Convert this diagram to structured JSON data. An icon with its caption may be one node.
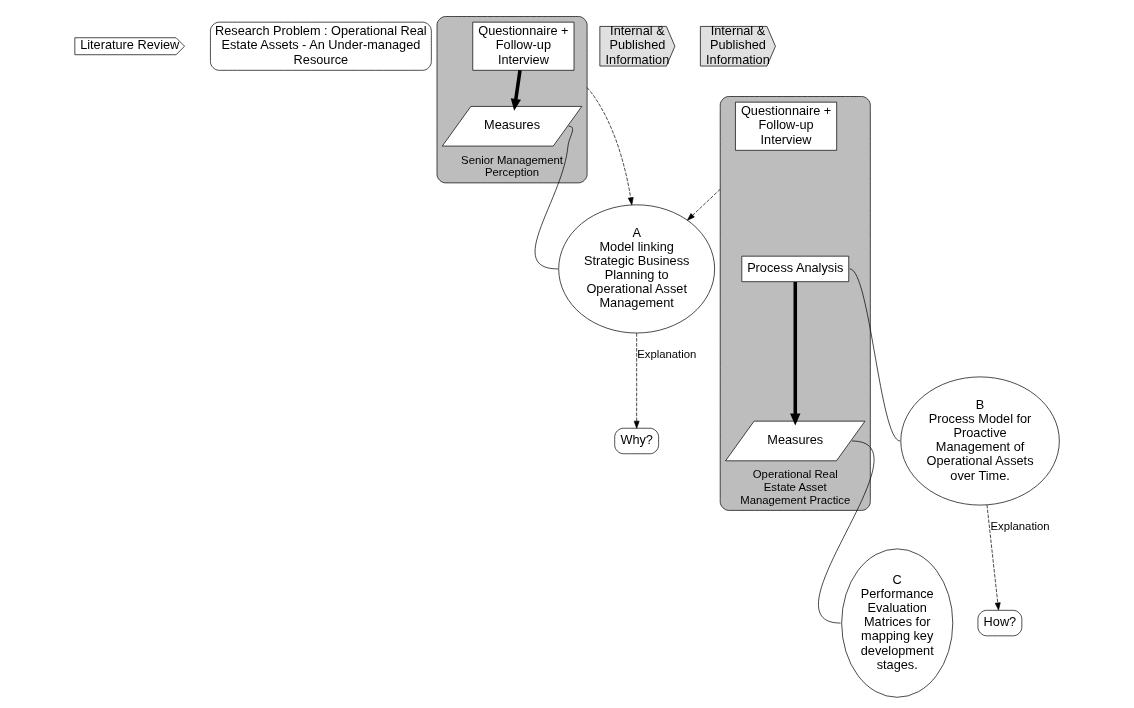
{
  "diagram": {
    "nodes": [
      {
        "text": [
          "Literature Review"
        ]
      },
      {
        "text": [
          "Research Problem : Operational Real Estate Assets - An Under-managed Resource"
        ]
      },
      {
        "text": [
          "Why?"
        ]
      },
      {
        "text": [
          "How?"
        ]
      },
      {
        "text": [
          "Internal & Published Information"
        ]
      },
      {
        "text": [
          "Senior Management Perception"
        ]
      },
      {
        "text": [
          "Questionnaire + Follow-up Interview"
        ],
        "in": 5
      },
      {
        "text": [
          "Measures"
        ],
        "in": 5
      },
      {
        "text": [
          "A",
          "Model linking Strategic Business Planning to Operational Asset Management"
        ]
      },
      {
        "text": [
          "Internal & Published Information"
        ]
      },
      {
        "text": [
          "Operational Real Estate Asset Management Practice"
        ]
      },
      {
        "text": [
          "Questionnaire + Follow-up Interview"
        ],
        "in": 10
      },
      {
        "text": [
          "Process Analysis"
        ],
        "in": 10
      },
      {
        "text": [
          "Measures"
        ],
        "in": 10
      },
      {
        "text": [
          "B",
          "Process Model for Proactive Management of Operational Assets over Time."
        ]
      },
      {
        "text": [
          "C",
          "Performance Evaluation Matrices for mapping key development stages."
        ]
      }
    ],
    "edges": [
      {
        "from": 6,
        "to": 7,
        "arrow": "to",
        "style": "thick"
      },
      {
        "from": 12,
        "to": 13,
        "arrow": "to",
        "style": "thick"
      },
      {
        "from": 5,
        "to": 8,
        "arrow": "to",
        "style": "dashed"
      },
      {
        "from": 10,
        "to": 8,
        "arrow": "to",
        "style": "dashed"
      },
      {
        "from": 8,
        "to": 2,
        "arrow": "to",
        "style": "dashed",
        "label": "Explanation"
      },
      {
        "from": 14,
        "to": 3,
        "arrow": "to",
        "style": "dashed",
        "label": "Explanation"
      },
      {
        "from": 7,
        "to": 8,
        "arrow": "none"
      },
      {
        "from": 12,
        "to": 14,
        "arrow": "none"
      },
      {
        "from": 13,
        "to": 15,
        "arrow": "none"
      }
    ]
  }
}
